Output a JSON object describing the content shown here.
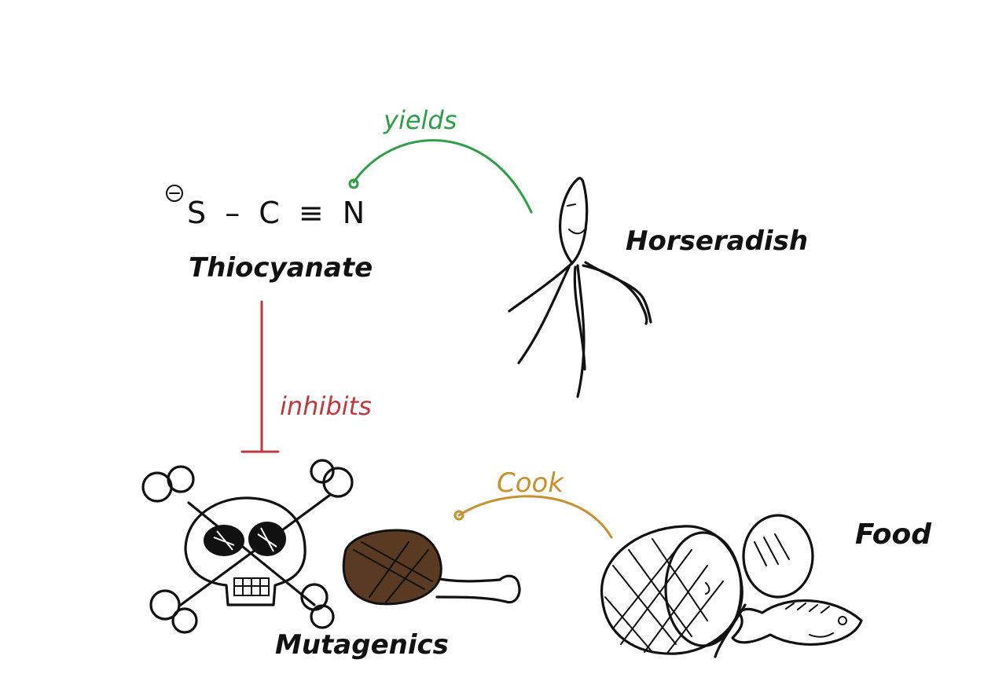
{
  "colors": {
    "ink": "#111111",
    "yields": "#2e9e47",
    "inhibits": "#c0383d",
    "cook": "#c8902e",
    "meat": "#5a3a22"
  },
  "nodes": {
    "thiocyanate": {
      "formula_charge": "⊖",
      "formula": "S – C ≡ N",
      "label": "Thiocyanate",
      "icon": "thiocyanate-structure-icon"
    },
    "horseradish": {
      "label": "Horseradish",
      "icon": "horseradish-root-icon"
    },
    "mutagenics": {
      "label": "Mutagenics",
      "icon": "skull-crossbones-icon"
    },
    "food": {
      "label": "Food",
      "icon": "ham-fish-food-icon"
    }
  },
  "edges": {
    "yields": {
      "label": "yields"
    },
    "inhibits": {
      "label": "inhibits"
    },
    "cook": {
      "label": "Cook"
    }
  }
}
